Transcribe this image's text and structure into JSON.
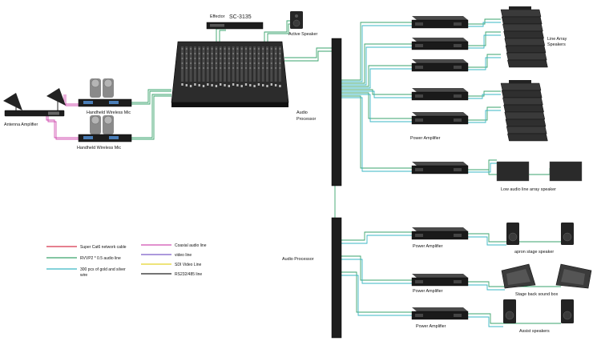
{
  "labels": {
    "effector": "Effector",
    "effector_model": "SC-3135",
    "active_speaker": "Active Speaker",
    "antenna_amplifier": "Antenna Amplifier",
    "mic1": "Handheld Wireless Mic",
    "mic2": "Handheld Wireless Mic",
    "audio_processor_1": "Audio\nProcessor",
    "audio_processor_2": "Audio Processor",
    "line_array": "Line Array\nSpeakers",
    "power_amp_1": "Power Amplifier",
    "power_amp_2": "Power Amplifier",
    "power_amp_3": "Power Amplifier",
    "power_amp_4": "Power Amplifier",
    "low_audio": "Low audio line array speaker",
    "apron": "apron stage speaker",
    "stage_back": "Stage back sound box",
    "assist": "Assist speakers"
  },
  "legend": [
    {
      "text": "Super Cat6 network cable",
      "color": "#d8344c"
    },
    {
      "text": "RVVP2 * 0.5 audio line",
      "color": "#3aa36c"
    },
    {
      "text": "300 pcs of gold and silver\nwire",
      "color": "#3ab7c4"
    },
    {
      "text": "Coaxial audio line",
      "color": "#d04fb0"
    },
    {
      "text": "video line",
      "color": "#7a5cc8"
    },
    {
      "text": "SDI Video Line",
      "color": "#e3d32a"
    },
    {
      "text": "RS232/485 line",
      "color": "#222222"
    }
  ],
  "colors": {
    "audio_line": "#3aa36c",
    "wire": "#3ab7c4",
    "coax": "#d04fb0"
  }
}
